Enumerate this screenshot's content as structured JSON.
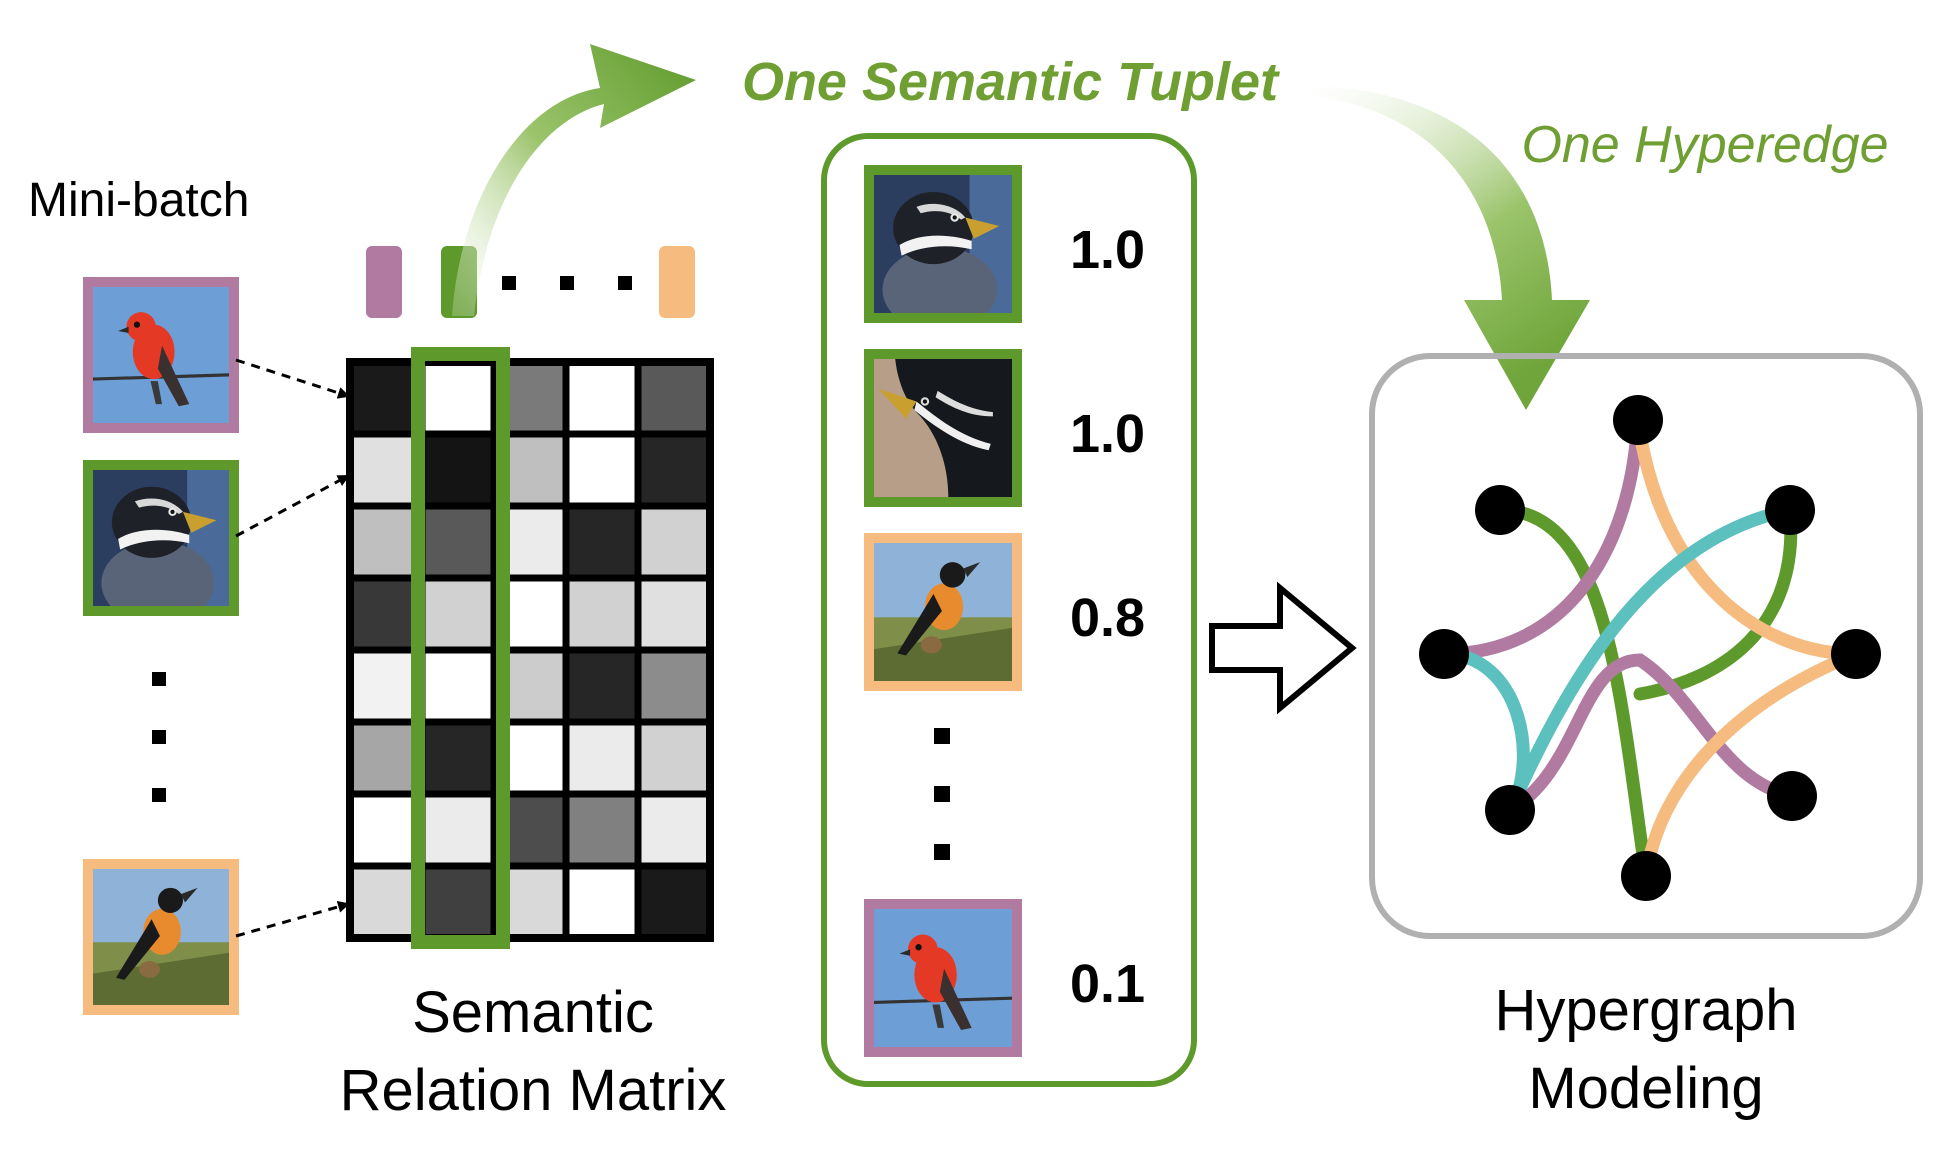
{
  "minibatch": {
    "label": "Mini-batch",
    "birds": [
      {
        "name": "red-bird",
        "frame_color": "#b07aa1"
      },
      {
        "name": "dark-bird",
        "frame_color": "#5e9a2b"
      },
      {
        "name": "orange-bird",
        "frame_color": "#f5bb7f"
      }
    ]
  },
  "matrix": {
    "label_line1": "Semantic",
    "label_line2": "Relation Matrix",
    "cells": [
      [
        0.1,
        1.0,
        0.48,
        1.0,
        0.35
      ],
      [
        0.88,
        0.08,
        0.75,
        1.0,
        0.15
      ],
      [
        0.75,
        0.35,
        0.92,
        0.15,
        0.82
      ],
      [
        0.22,
        0.82,
        1.0,
        0.82,
        0.88
      ],
      [
        0.95,
        1.0,
        0.8,
        0.15,
        0.55
      ],
      [
        0.65,
        0.15,
        1.0,
        0.92,
        0.82
      ],
      [
        1.0,
        0.92,
        0.3,
        0.5,
        0.92
      ],
      [
        0.85,
        0.25,
        0.85,
        1.0,
        0.1
      ]
    ],
    "tags": [
      "#b07aa1",
      "#5e9a2b",
      "#f5bb7f"
    ]
  },
  "tuplet": {
    "title": "One Semantic Tuplet",
    "items": [
      {
        "score": "1.0",
        "frame_color": "#5e9a2b",
        "bird": "dark-bird"
      },
      {
        "score": "1.0",
        "frame_color": "#5e9a2b",
        "bird": "dark-bird-profile"
      },
      {
        "score": "0.8",
        "frame_color": "#f5bb7f",
        "bird": "orange-bird"
      },
      {
        "score": "0.1",
        "frame_color": "#b07aa1",
        "bird": "red-bird"
      }
    ]
  },
  "hypergraph": {
    "title": "One Hyperedge",
    "label_line1": "Hypergraph",
    "label_line2": "Modeling",
    "edge_colors": [
      "#5e9a2b",
      "#b07aa1",
      "#f5bb7f",
      "#5bc0be"
    ]
  },
  "colors": {
    "purple": "#b07aa1",
    "green": "#5e9a2b",
    "orange": "#f5bb7f",
    "teal": "#5bc0be",
    "gray_border": "#b0b0b0"
  }
}
